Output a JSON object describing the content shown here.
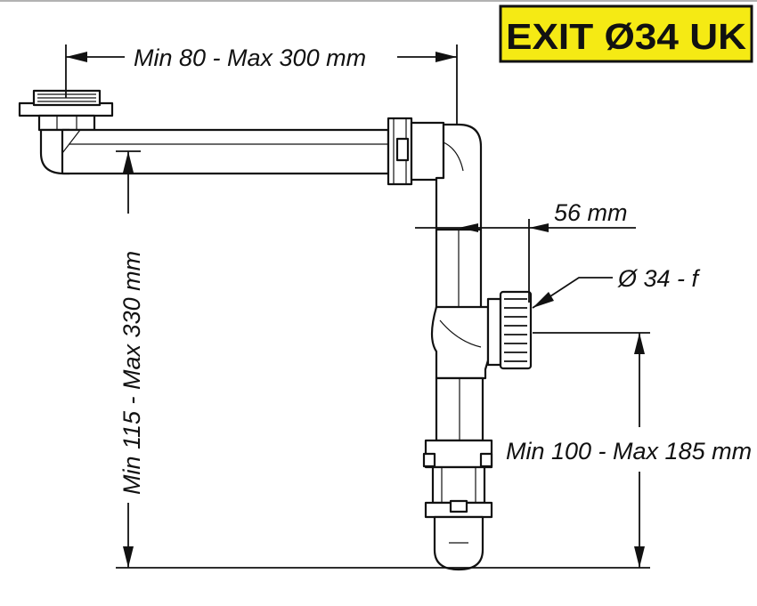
{
  "diagram": {
    "label": "EXIT Ø34 UK",
    "dimensions": {
      "horizontal_length": "Min 80 - Max 300 mm",
      "vertical_height": "Min 115 - Max 330 mm",
      "offset": "56 mm",
      "outlet_diameter": "Ø 34 - f",
      "outlet_height": "Min 100 - Max 185 mm"
    },
    "colors": {
      "label_background": "#f5ea14",
      "line": "#111111"
    }
  }
}
